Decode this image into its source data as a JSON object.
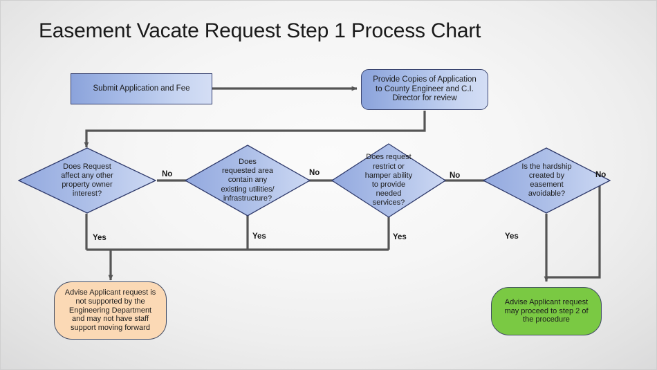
{
  "slide": {
    "title": "Easement Vacate Request Step 1 Process Chart",
    "background_color": "#f4f4f4",
    "connector_color": "#555555"
  },
  "nodes": {
    "submit": {
      "label": "Submit Application and Fee",
      "shape": "rectangle",
      "fill": "#a9bde8",
      "border": "#2f3a6b"
    },
    "provide_copies": {
      "line1": "Provide Copies of Application",
      "line2": "to County Engineer and C.I.",
      "line3": "Director for review",
      "shape": "rounded-rectangle",
      "fill": "#a9bde8",
      "border": "#3a4570"
    },
    "decision1": {
      "line1": "Does Request",
      "line2": "affect any other",
      "line3": "property owner",
      "line4": "interest?",
      "shape": "diamond",
      "fill": "#a5b7e2",
      "border": "#2f3a6b"
    },
    "decision2": {
      "line1": "Does",
      "line2": "requested area",
      "line3": "contain any",
      "line4": "existing utilities/",
      "line5": "infrastructure?",
      "shape": "diamond",
      "fill": "#a5b7e2",
      "border": "#2f3a6b"
    },
    "decision3": {
      "line1": "Does request",
      "line2": "restrict or",
      "line3": "hamper ability",
      "line4": "to provide",
      "line5": "needed",
      "line6": "services?",
      "shape": "diamond",
      "fill": "#a5b7e2",
      "border": "#2f3a6b"
    },
    "decision4": {
      "line1": "Is the hardship",
      "line2": "created by",
      "line3": "easement",
      "line4": "avoidable?",
      "shape": "diamond",
      "fill": "#a5b7e2",
      "border": "#2f3a6b"
    },
    "not_supported": {
      "line1": "Advise Applicant request is",
      "line2": "not supported by the",
      "line3": "Engineering Department",
      "line4": "and may not have staff",
      "line5": "support moving forward",
      "shape": "stadium",
      "fill": "#fbd9b5",
      "border": "#3f4a63"
    },
    "may_proceed": {
      "line1": "Advise Applicant request",
      "line2": "may proceed to step 2 of",
      "line3": "the procedure",
      "shape": "stadium",
      "fill": "#7ac943",
      "border": "#3f4a63"
    }
  },
  "edge_labels": {
    "no1": "No",
    "no2": "No",
    "no3": "No",
    "no4": "No",
    "yes1": "Yes",
    "yes2": "Yes",
    "yes3": "Yes",
    "yes4": "Yes"
  }
}
